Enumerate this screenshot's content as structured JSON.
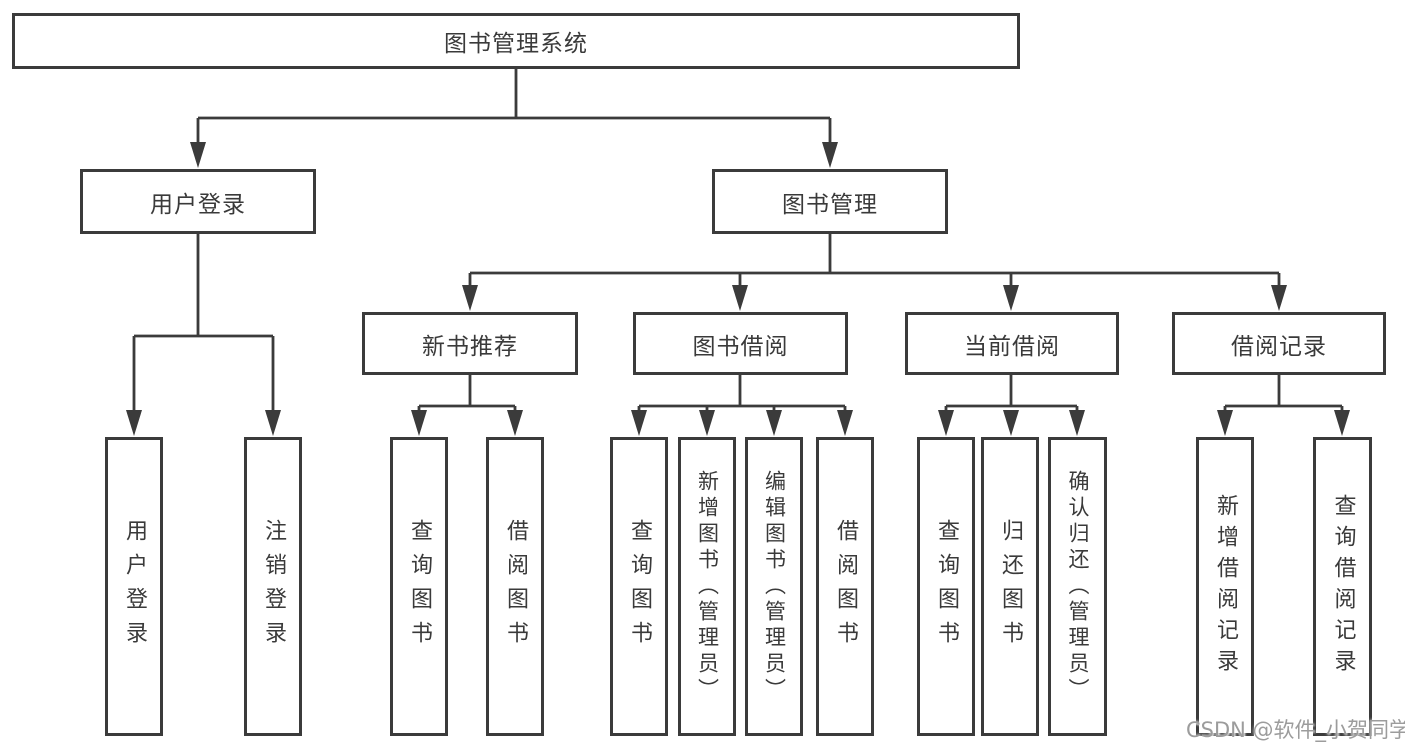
{
  "diagram_title": "图书管理系统",
  "nodes": {
    "root": "图书管理系统",
    "user_login": "用户登录",
    "book_mgmt": "图书管理",
    "new_book_rec": "新书推荐",
    "book_borrow": "图书借阅",
    "current_borrow": "当前借阅",
    "borrow_record": "借阅记录",
    "leaf_user_login": "用户登录",
    "leaf_logout": "注销登录",
    "leaf_query_book_1": "查询图书",
    "leaf_borrow_book_1": "借阅图书",
    "leaf_query_book_2": "查询图书",
    "leaf_add_book": "新增图书（管理员）",
    "leaf_edit_book": "编辑图书（管理员）",
    "leaf_borrow_book_2": "借阅图书",
    "leaf_query_book_3": "查询图书",
    "leaf_return_book": "归还图书",
    "leaf_confirm_return": "确认归还（管理员）",
    "leaf_add_record": "新增借阅记录",
    "leaf_query_record": "查询借阅记录"
  },
  "hierarchy": {
    "图书管理系统": {
      "用户登录": [
        "用户登录",
        "注销登录"
      ],
      "图书管理": {
        "新书推荐": [
          "查询图书",
          "借阅图书"
        ],
        "图书借阅": [
          "查询图书",
          "新增图书（管理员）",
          "编辑图书（管理员）",
          "借阅图书"
        ],
        "当前借阅": [
          "查询图书",
          "归还图书",
          "确认归还（管理员）"
        ],
        "借阅记录": [
          "新增借阅记录",
          "查询借阅记录"
        ]
      }
    }
  },
  "watermark": "CSDN @软件_小贺同学",
  "colors": {
    "line": "#3b3b3b",
    "box_border": "#3b3b3b",
    "box_fill": "#ffffff",
    "text": "#3a3a3a",
    "watermark": "#9c9c9c",
    "background": "#ffffff"
  }
}
